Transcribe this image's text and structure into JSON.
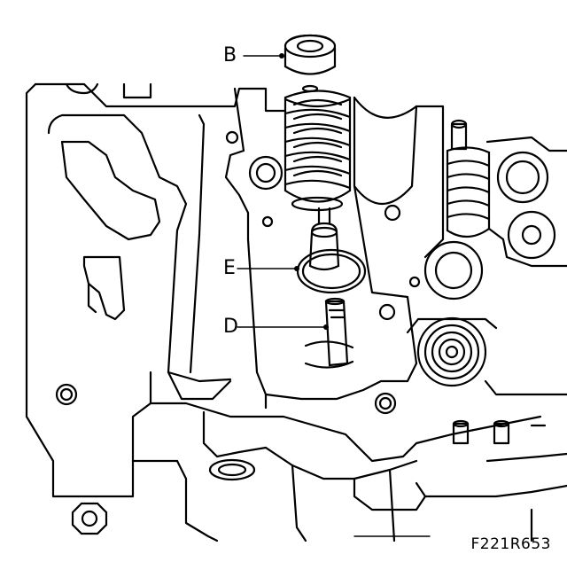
{
  "callouts": {
    "b": "B",
    "e": "E",
    "d": "D"
  },
  "reference_code": "F221R653",
  "colors": {
    "ink": "#000000",
    "paper": "#ffffff"
  },
  "icons": [
    "valve-cap-icon",
    "valve-spring-icon",
    "valve-stem-seal-icon",
    "valve-guide-icon",
    "cylinder-head-icon"
  ]
}
